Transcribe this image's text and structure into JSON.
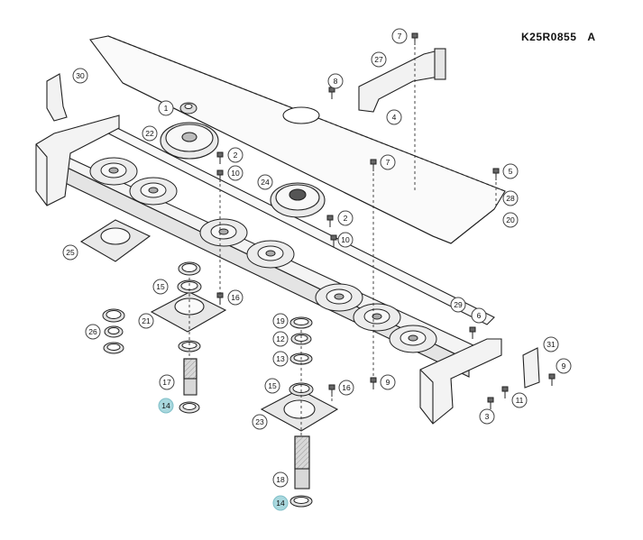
{
  "drawing": {
    "code": "K25R0855",
    "revision": "A"
  },
  "callouts": [
    {
      "id": "c7a",
      "label": "7",
      "highlight": false
    },
    {
      "id": "c27",
      "label": "27",
      "highlight": false
    },
    {
      "id": "c30",
      "label": "30",
      "highlight": false
    },
    {
      "id": "c8",
      "label": "8",
      "highlight": false
    },
    {
      "id": "c1",
      "label": "1",
      "highlight": false
    },
    {
      "id": "c4",
      "label": "4",
      "highlight": false
    },
    {
      "id": "c22",
      "label": "22",
      "highlight": false
    },
    {
      "id": "c2a",
      "label": "2",
      "highlight": false
    },
    {
      "id": "c10a",
      "label": "10",
      "highlight": false
    },
    {
      "id": "c7b",
      "label": "7",
      "highlight": false
    },
    {
      "id": "c5",
      "label": "5",
      "highlight": false
    },
    {
      "id": "c24",
      "label": "24",
      "highlight": false
    },
    {
      "id": "c28",
      "label": "28",
      "highlight": false
    },
    {
      "id": "c20",
      "label": "20",
      "highlight": false
    },
    {
      "id": "c2b",
      "label": "2",
      "highlight": false
    },
    {
      "id": "c10b",
      "label": "10",
      "highlight": false
    },
    {
      "id": "c25",
      "label": "25",
      "highlight": false
    },
    {
      "id": "c15a",
      "label": "15",
      "highlight": false
    },
    {
      "id": "c16a",
      "label": "16",
      "highlight": false
    },
    {
      "id": "c21",
      "label": "21",
      "highlight": false
    },
    {
      "id": "c29",
      "label": "29",
      "highlight": false
    },
    {
      "id": "c6",
      "label": "6",
      "highlight": false
    },
    {
      "id": "c26",
      "label": "26",
      "highlight": false
    },
    {
      "id": "c19",
      "label": "19",
      "highlight": false
    },
    {
      "id": "c12",
      "label": "12",
      "highlight": false
    },
    {
      "id": "c13",
      "label": "13",
      "highlight": false
    },
    {
      "id": "c31",
      "label": "31",
      "highlight": false
    },
    {
      "id": "c9a",
      "label": "9",
      "highlight": false
    },
    {
      "id": "c9b",
      "label": "9",
      "highlight": false
    },
    {
      "id": "c17",
      "label": "17",
      "highlight": false
    },
    {
      "id": "c15b",
      "label": "15",
      "highlight": false
    },
    {
      "id": "c16b",
      "label": "16",
      "highlight": false
    },
    {
      "id": "c11",
      "label": "11",
      "highlight": false
    },
    {
      "id": "c14a",
      "label": "14",
      "highlight": true
    },
    {
      "id": "c23",
      "label": "23",
      "highlight": false
    },
    {
      "id": "c3",
      "label": "3",
      "highlight": false
    },
    {
      "id": "c18",
      "label": "18",
      "highlight": false
    },
    {
      "id": "c14b",
      "label": "14",
      "highlight": true
    }
  ],
  "colors": {
    "line": "#222222",
    "part_fill": "#f2f2f2",
    "part_shade": "#c9c9c9",
    "callout_stroke": "#444444",
    "highlight_fill": "#a9d8de",
    "highlight_stroke": "#7fbfc8"
  }
}
